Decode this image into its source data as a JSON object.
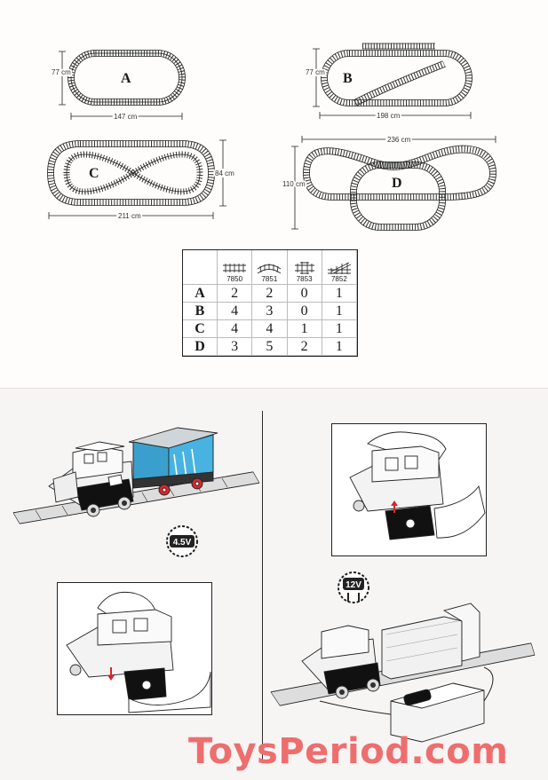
{
  "layouts": [
    {
      "letter": "A",
      "width_label": "147 cm",
      "height_label": "77 cm"
    },
    {
      "letter": "B",
      "width_label": "198 cm",
      "height_label": "77 cm"
    },
    {
      "letter": "C",
      "width_label": "211 cm",
      "height_label": "84 cm"
    },
    {
      "letter": "D",
      "width_label": "236 cm",
      "height_label": "110 cm"
    }
  ],
  "parts_table": {
    "columns": [
      {
        "code": "7850",
        "icon": "straight-track-icon"
      },
      {
        "code": "7851",
        "icon": "curved-track-icon"
      },
      {
        "code": "7853",
        "icon": "crossing-track-icon"
      },
      {
        "code": "7852",
        "icon": "switch-track-icon"
      }
    ],
    "rows": [
      {
        "label": "A",
        "values": [
          "2",
          "2",
          "0",
          "1"
        ]
      },
      {
        "label": "B",
        "values": [
          "4",
          "3",
          "0",
          "1"
        ]
      },
      {
        "label": "C",
        "values": [
          "4",
          "4",
          "1",
          "1"
        ]
      },
      {
        "label": "D",
        "values": [
          "3",
          "5",
          "2",
          "1"
        ]
      }
    ]
  },
  "badges": {
    "left": "4.5V",
    "right": "12V"
  },
  "watermark": "ToysPeriod.com",
  "colors": {
    "wagon_blue": "#3fa9d8",
    "wheel_red": "#d9262b",
    "watermark": "#ee6e6e",
    "line": "#222222"
  }
}
